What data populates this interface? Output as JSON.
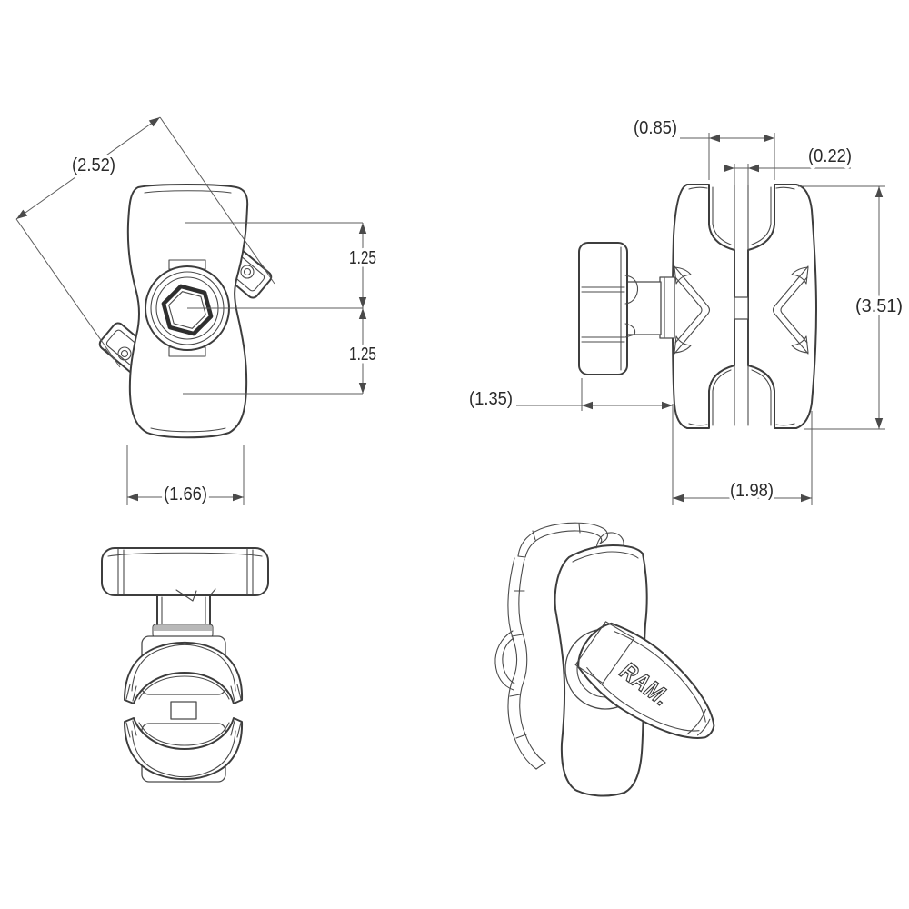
{
  "views": {
    "front": {
      "dims": {
        "knob_length": "(2.52)",
        "center_to_top": "1.25",
        "center_to_bottom": "1.25",
        "body_width": "(1.66)"
      }
    },
    "side": {
      "dims": {
        "socket_opening": "(0.85)",
        "clamp_gap": "(0.22)",
        "overall_length": "(3.51)",
        "knob_offset": "(1.35)",
        "body_width": "(1.98)"
      }
    },
    "isometric": {
      "brand": "RAM."
    },
    "top": {}
  },
  "colors": {
    "background": "#ffffff",
    "part_line": "#3d3d3d",
    "dimension_line": "#5c5c5c",
    "text": "#2a2a2a",
    "collar_shade": "#b8b8b8"
  }
}
